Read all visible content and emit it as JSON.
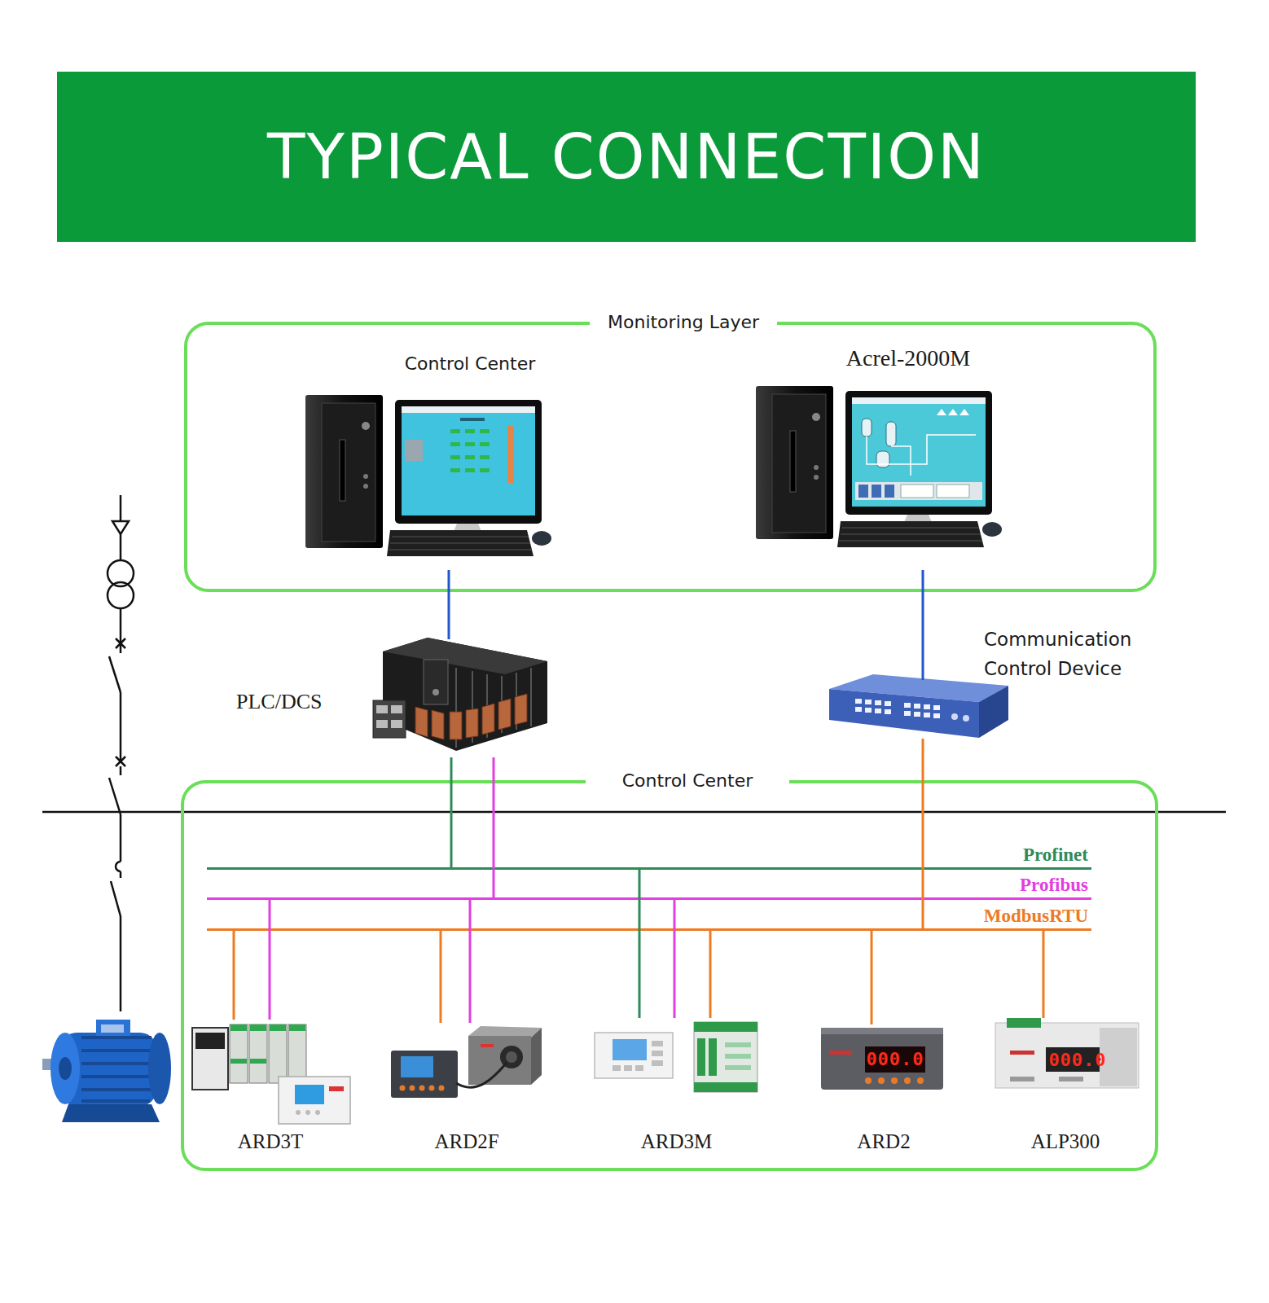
{
  "diagram": {
    "title": "TYPICAL CONNECTION",
    "nodes": [
      {
        "text": [
          "Monitoring Layer"
        ]
      },
      {
        "text": [
          "Control Center"
        ],
        "in": 0
      },
      {
        "text": [
          "Acrel-2000M"
        ],
        "in": 0
      },
      {
        "text": [
          "PLC/DCS"
        ]
      },
      {
        "text": [
          "Communication Control Device"
        ]
      },
      {
        "text": [
          "Control Center"
        ]
      },
      {
        "text": [
          "Profinet"
        ],
        "in": 5
      },
      {
        "text": [
          "Profibus"
        ],
        "in": 5
      },
      {
        "text": [
          "ModbusRTU"
        ],
        "in": 5
      },
      {
        "text": [
          "ARD3T"
        ],
        "in": 5
      },
      {
        "text": [
          "ARD2F"
        ],
        "in": 5
      },
      {
        "text": [
          "ARD3M"
        ],
        "in": 5
      },
      {
        "text": [
          "ARD2"
        ],
        "in": 5
      },
      {
        "text": [
          "ALP300"
        ],
        "in": 5
      }
    ],
    "edges": [
      {
        "from": 1,
        "to": 3,
        "arrow": "none"
      },
      {
        "from": 2,
        "to": 4,
        "arrow": "none"
      },
      {
        "from": 3,
        "to": 6,
        "arrow": "none"
      },
      {
        "from": 3,
        "to": 7,
        "arrow": "none"
      },
      {
        "from": 4,
        "to": 8,
        "arrow": "none"
      },
      {
        "from": 8,
        "to": 9,
        "arrow": "none"
      },
      {
        "from": 7,
        "to": 9,
        "arrow": "none"
      },
      {
        "from": 8,
        "to": 10,
        "arrow": "none"
      },
      {
        "from": 7,
        "to": 10,
        "arrow": "none"
      },
      {
        "from": 6,
        "to": 11,
        "arrow": "none"
      },
      {
        "from": 7,
        "to": 11,
        "arrow": "none"
      },
      {
        "from": 8,
        "to": 11,
        "arrow": "none"
      },
      {
        "from": 8,
        "to": 12,
        "arrow": "none"
      },
      {
        "from": 8,
        "to": 13,
        "arrow": "none"
      }
    ],
    "labels": [
      "000.0",
      "000.0"
    ]
  }
}
